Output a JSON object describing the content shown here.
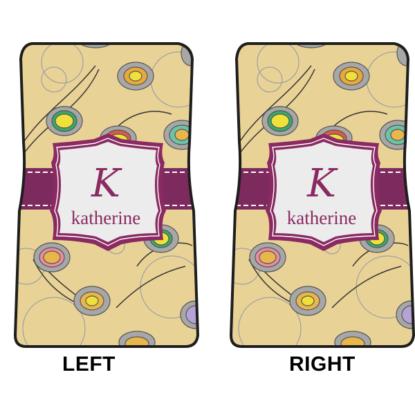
{
  "product": {
    "mats": [
      {
        "position_label": "LEFT",
        "monogram_initial": "K",
        "name": "katherine"
      },
      {
        "position_label": "RIGHT",
        "monogram_initial": "K",
        "name": "katherine"
      }
    ]
  },
  "colors": {
    "background": "#e8d296",
    "band": "#7d2b5e",
    "frame": "#8a2a62",
    "label_fill": "#ececec",
    "border": "#1e1e1e",
    "caption": "#000000"
  },
  "icons": [
    "circle-motif-icon",
    "swirl-pattern-icon",
    "monogram-frame-icon"
  ]
}
